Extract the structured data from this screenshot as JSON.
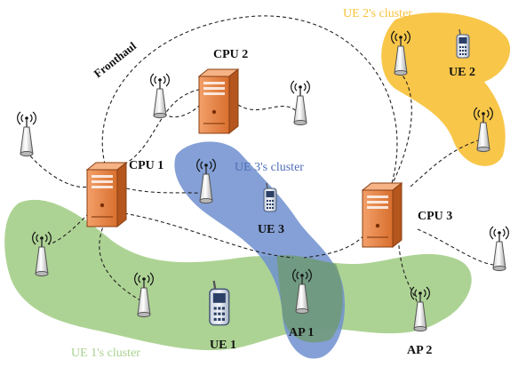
{
  "labels": {
    "fronthaul": "Fronthaul",
    "cpu1": "CPU 1",
    "cpu2": "CPU 2",
    "cpu3": "CPU 3",
    "ue1": "UE 1",
    "ue2": "UE 2",
    "ue3": "UE 3",
    "ap1": "AP 1",
    "ap2": "AP 2"
  },
  "clusters": {
    "ue1": {
      "label": "UE 1's cluster",
      "fill": "#a9d18e",
      "text_color": "#a9d18e"
    },
    "ue2": {
      "label": "UE 2's cluster",
      "fill": "#f7c13a",
      "text_color": "#f7c13a"
    },
    "ue3": {
      "label": "UE 3's cluster",
      "fill": "#7f9ad0",
      "text_color": "#4f6fba"
    }
  },
  "colors": {
    "cpu_body": "#e9874a",
    "cpu_dark": "#b4561d",
    "link": "#222222"
  }
}
